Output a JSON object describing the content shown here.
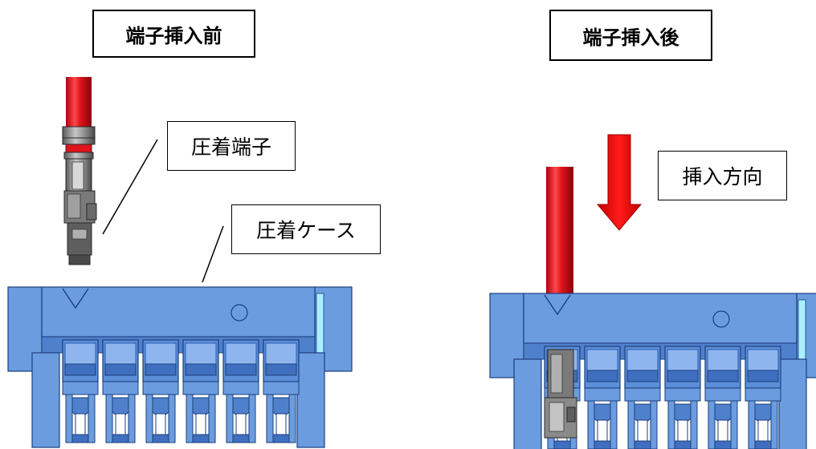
{
  "titles": {
    "before": "端子挿入前",
    "after": "端子挿入後"
  },
  "callouts": {
    "terminal": "圧着端子",
    "housing": "圧着ケース",
    "direction": "挿入方向"
  },
  "colors": {
    "housing_fill": "#6b9ce0",
    "housing_light": "#9cc1f0",
    "housing_dark": "#2f5fae",
    "housing_edge": "#1c3f7c",
    "accent_cyan": "#a8f0ff",
    "wire_red": "#e0141c",
    "arrow_red": "#ff0000",
    "metal_gray": "#8a8a8a"
  }
}
